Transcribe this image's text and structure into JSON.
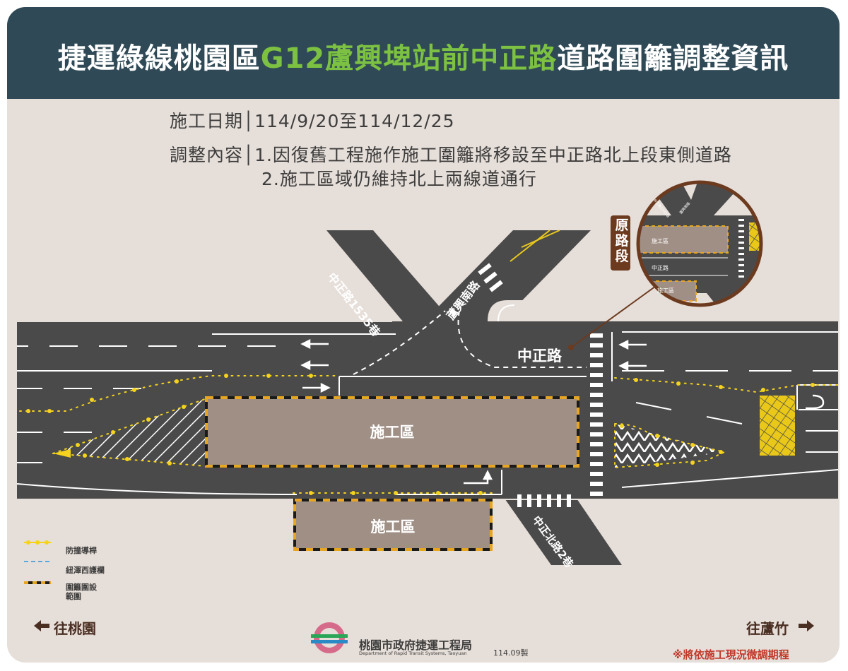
{
  "title": {
    "prefix": "捷運綠線桃園區",
    "highlight": "G12蘆興埤站前中正路",
    "suffix": "道路圍籬調整資訊"
  },
  "info": {
    "date_label": "施工日期",
    "date_value": "114/9/20至114/12/25",
    "content_label": "調整內容",
    "content_line1": "1.因復舊工程施作施工圍籬將移設至中正路北上段東側道路",
    "content_line2": "2.施工區域仍維持北上兩線道通行"
  },
  "map": {
    "road_zhongzheng": "中正路",
    "road_lane1535": "中正路1535巷",
    "road_luxingnan": "蘆興南路",
    "road_north_lane2": "中正北路2巷",
    "work_zone_main": "施工區",
    "work_zone_lower": "施工區",
    "inset_label": "原路段",
    "inset_work_zone_top": "施工區",
    "inset_work_zone_bottom": "施工區",
    "inset_road": "中正路",
    "inset_road_small_1": "中正路1535巷",
    "inset_road_small_2": "蘆興南路"
  },
  "legend": {
    "item1": "防撞導桿",
    "item2": "紐澤西護欄",
    "item3_line1": "圍籬圍設",
    "item3_line2": "範圍"
  },
  "footer": {
    "left_direction": "往桃園",
    "right_direction": "往蘆竹",
    "org_name": "桃園市政府捷運工程局",
    "org_name_en": "Department of Rapid Transit Systems, Taoyuan",
    "made": "114.09製",
    "note": "※將依施工現況微調期程"
  },
  "colors": {
    "header_bg": "#2f4a56",
    "highlight": "#7cc142",
    "road": "#4a4a4a",
    "work_zone": "#a08f85",
    "card_bg": "#e6ded8",
    "marker_yellow": "#f5d31c",
    "direction_brown": "#4a2e22",
    "note_red": "#c0392b"
  }
}
